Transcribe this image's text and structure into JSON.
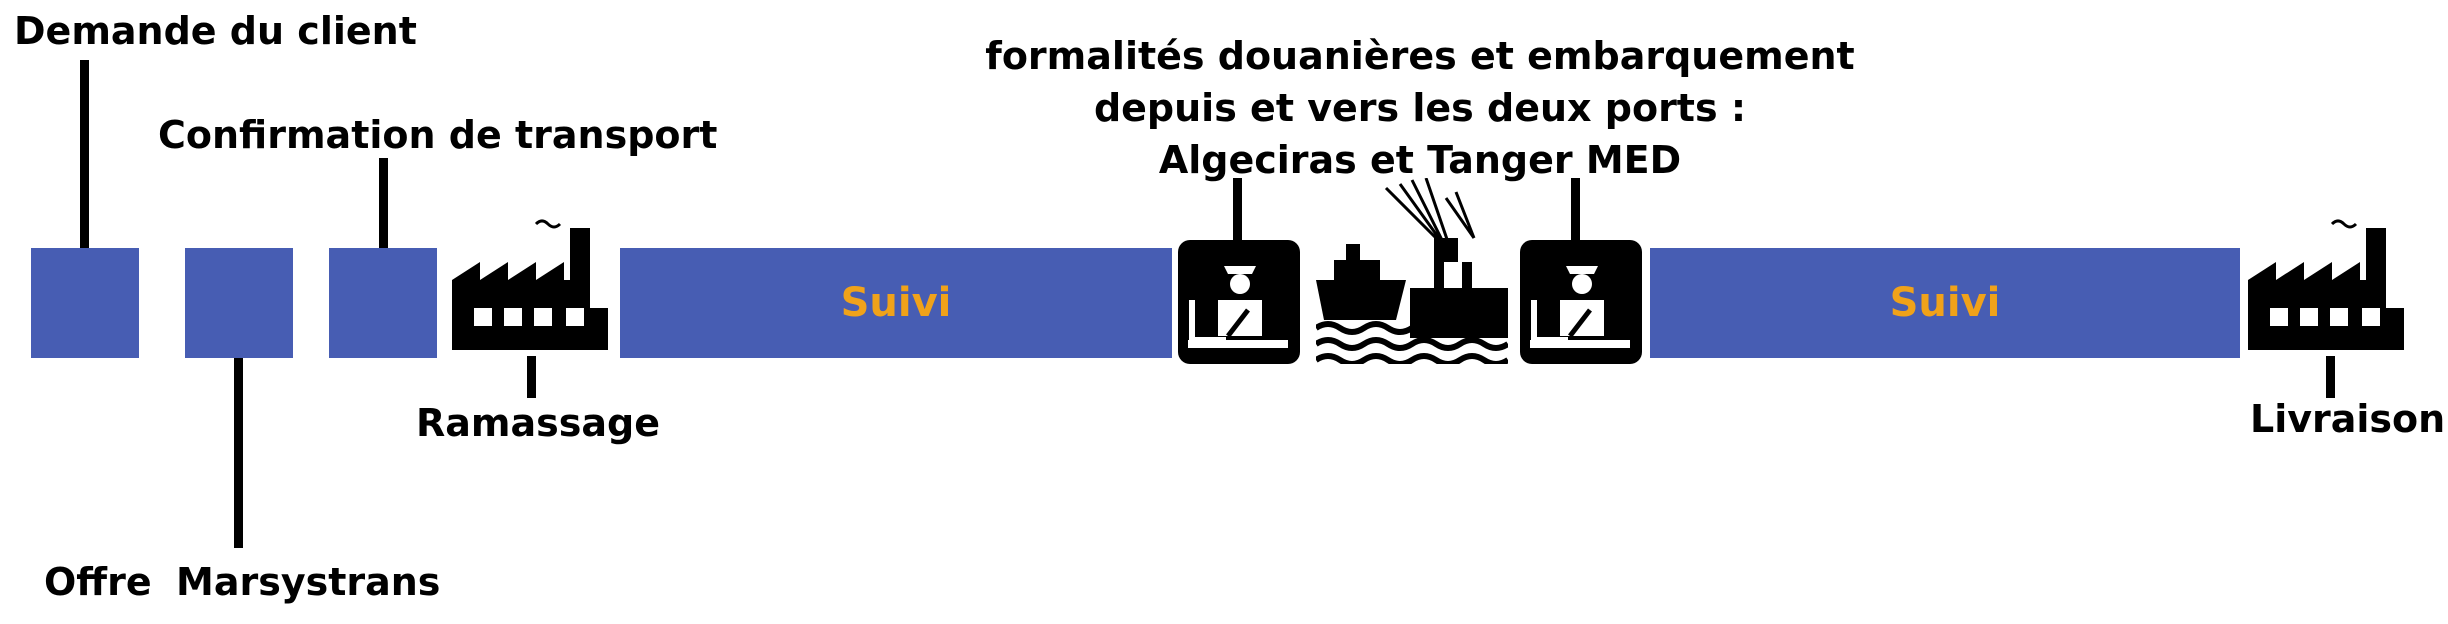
{
  "labels": {
    "demande": "Demande du client",
    "confirmation": "Confirmation de transport",
    "ramassage": "Ramassage",
    "offre": "Offre",
    "marsystrans": "Marsystrans",
    "douane_line1": "formalités douanières et embarquement",
    "douane_line2": "depuis et vers les deux ports :",
    "douane_line3": "Algeciras et Tanger MED",
    "livraison": "Livraison"
  },
  "bars": {
    "suivi_1": "Suivi",
    "suivi_2": "Suivi"
  },
  "icons": [
    "factory-icon",
    "customs-officer-icon",
    "port-ship-crane-icon",
    "customs-officer-icon",
    "factory-icon"
  ],
  "colors": {
    "box": "#475db3",
    "suivi_text": "#f0a21a"
  }
}
